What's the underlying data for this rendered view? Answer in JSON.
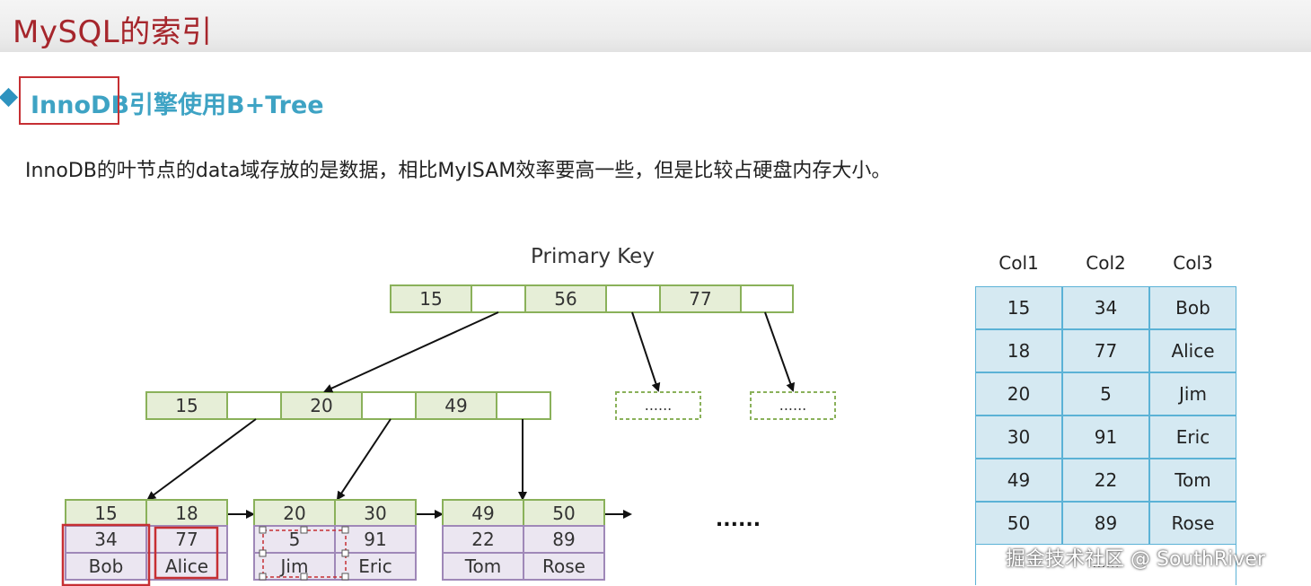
{
  "title": "MySQL的索引",
  "subtitle": "InnoDB引擎使用B+Tree",
  "description": "InnoDB的叶节点的data域存放的是数据，相比MyISAM效率要高一些，但是比较占硬盘内存大小。",
  "diagram": {
    "caption": "Primary Key",
    "root_keys": [
      "15",
      "56",
      "77"
    ],
    "internal_keys": [
      "15",
      "20",
      "49"
    ],
    "placeholder": "......",
    "ellipsis": "......",
    "leaves": [
      {
        "keys": [
          "15",
          "18"
        ],
        "data": [
          [
            "34",
            "Bob"
          ],
          [
            "77",
            "Alice"
          ]
        ]
      },
      {
        "keys": [
          "20",
          "30"
        ],
        "data": [
          [
            "5",
            "Jim"
          ],
          [
            "91",
            "Eric"
          ]
        ]
      },
      {
        "keys": [
          "49",
          "50"
        ],
        "data": [
          [
            "22",
            "Tom"
          ],
          [
            "89",
            "Rose"
          ]
        ]
      }
    ]
  },
  "table": {
    "headers": [
      "Col1",
      "Col2",
      "Col3"
    ],
    "rows": [
      [
        "15",
        "34",
        "Bob"
      ],
      [
        "18",
        "77",
        "Alice"
      ],
      [
        "20",
        "5",
        "Jim"
      ],
      [
        "30",
        "91",
        "Eric"
      ],
      [
        "49",
        "22",
        "Tom"
      ],
      [
        "50",
        "89",
        "Rose"
      ]
    ],
    "overflow": "......"
  },
  "watermark": "掘金技术社区 @ SouthRiver",
  "colors": {
    "title": "#a6262c",
    "subtitle": "#3ea3c4",
    "highlight": "#c62f33",
    "key_fill": "#e6eed7",
    "key_border": "#8ab15a",
    "leaf_fill": "#ebe6f1",
    "leaf_border": "#9f88b8",
    "table_fill": "#d5e9f2",
    "table_border": "#5bb2d6"
  }
}
